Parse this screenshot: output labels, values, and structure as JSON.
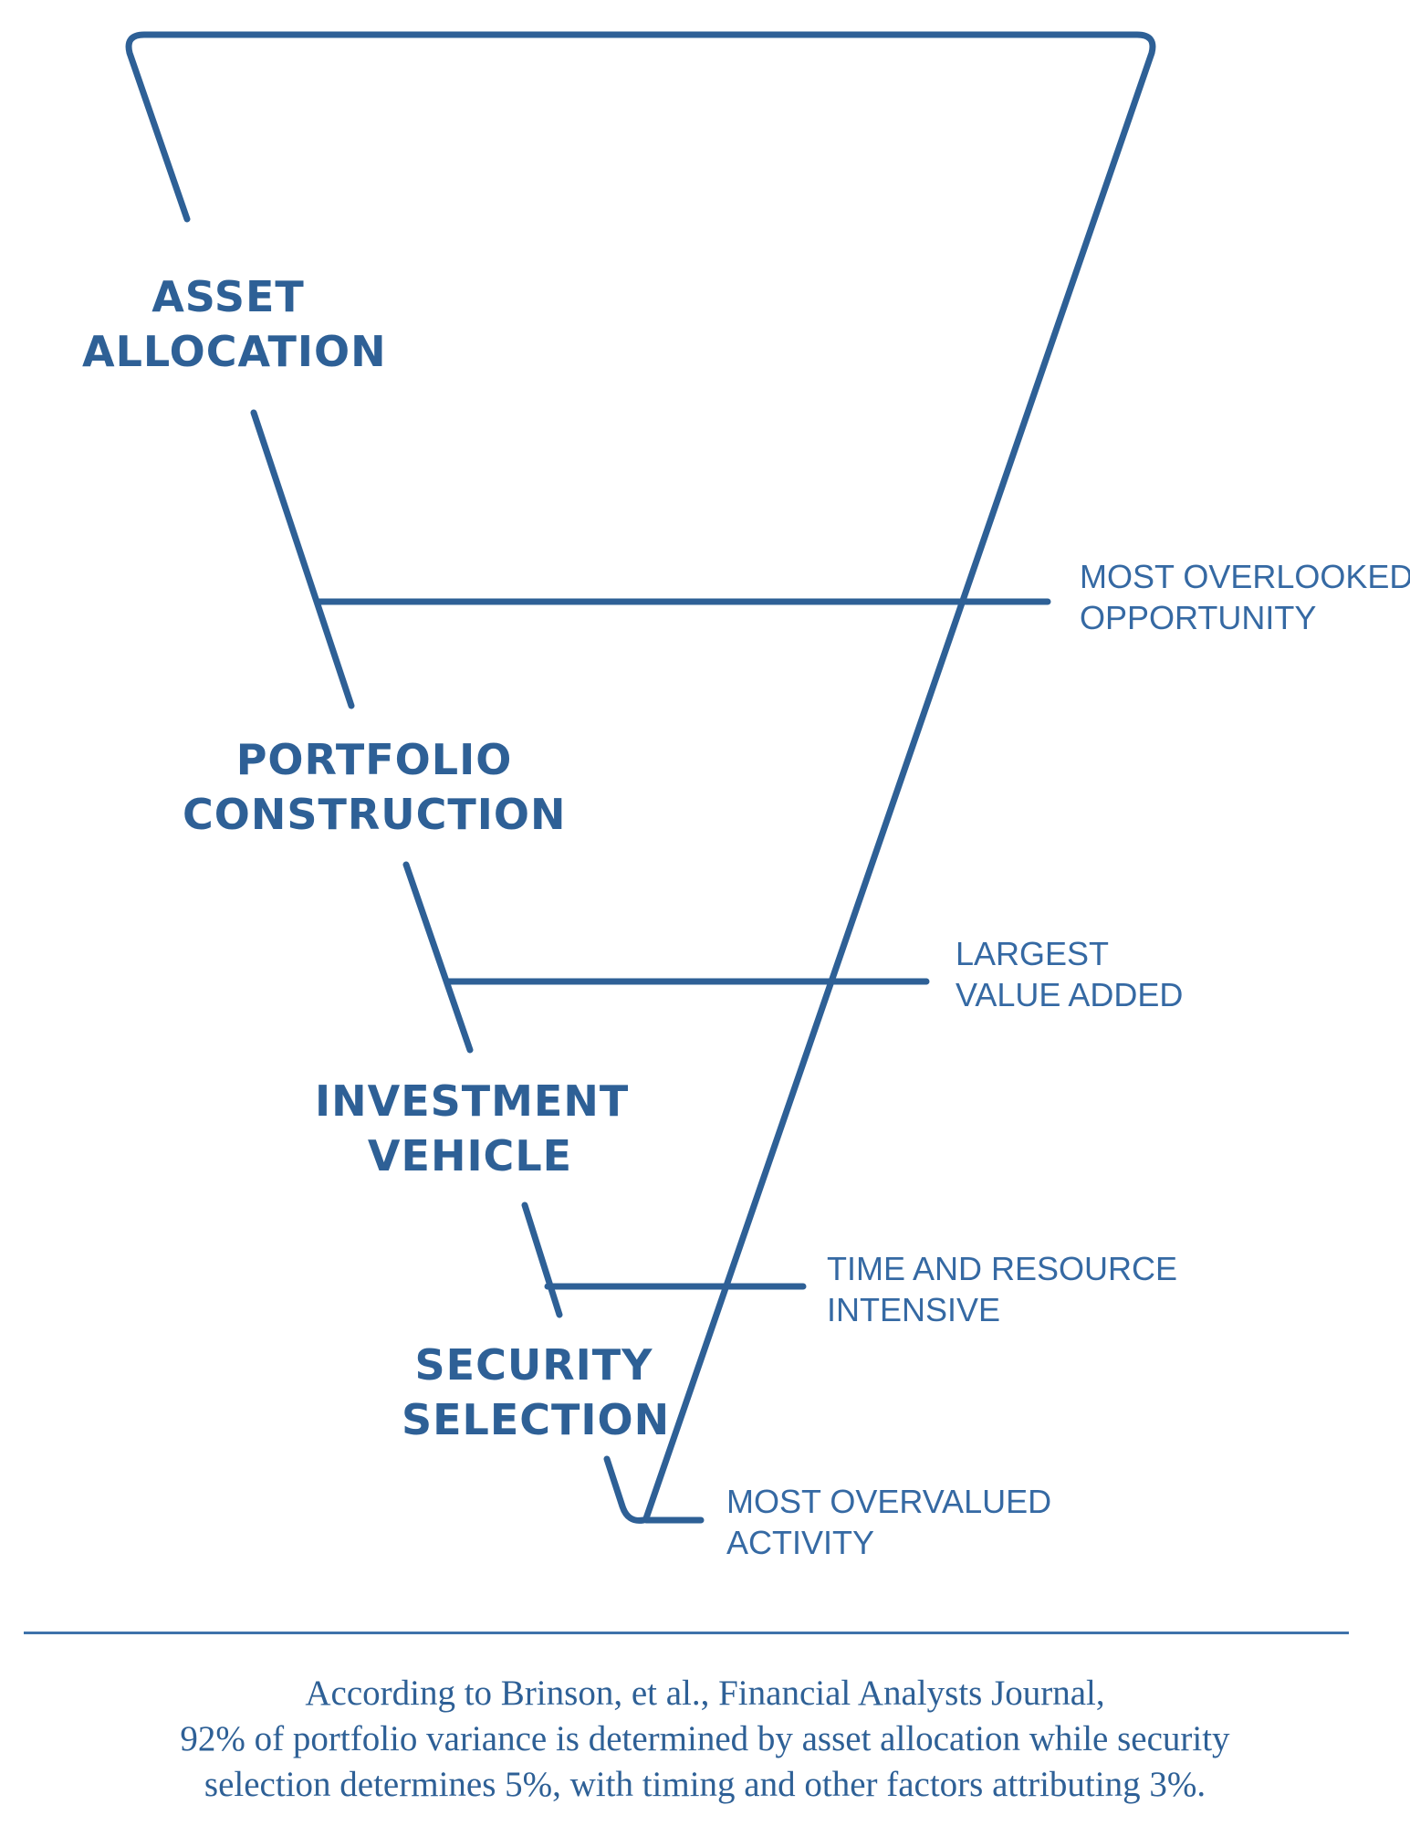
{
  "colors": {
    "primary": "#2e6096",
    "note": "#3569a3",
    "rule": "#3e72aa"
  },
  "stages": [
    {
      "line1": "ASSET",
      "line2": "ALLOCATION"
    },
    {
      "line1": "PORTFOLIO",
      "line2": "CONSTRUCTION"
    },
    {
      "line1": "INVESTMENT",
      "line2": "VEHICLE"
    },
    {
      "line1": "SECURITY",
      "line2": "SELECTION"
    }
  ],
  "notes": [
    {
      "line1": "MOST OVERLOOKED",
      "line2": "OPPORTUNITY"
    },
    {
      "line1": "LARGEST",
      "line2": "VALUE ADDED"
    },
    {
      "line1": "TIME AND RESOURCE",
      "line2": "INTENSIVE"
    },
    {
      "line1": "MOST OVERVALUED",
      "line2": "ACTIVITY"
    }
  ],
  "caption": {
    "line1": "According to Brinson, et al., Financial Analysts Journal,",
    "line2": "92% of portfolio variance is determined by asset allocation while security",
    "line3": "selection determines 5%, with timing and other factors attributing 3%."
  }
}
